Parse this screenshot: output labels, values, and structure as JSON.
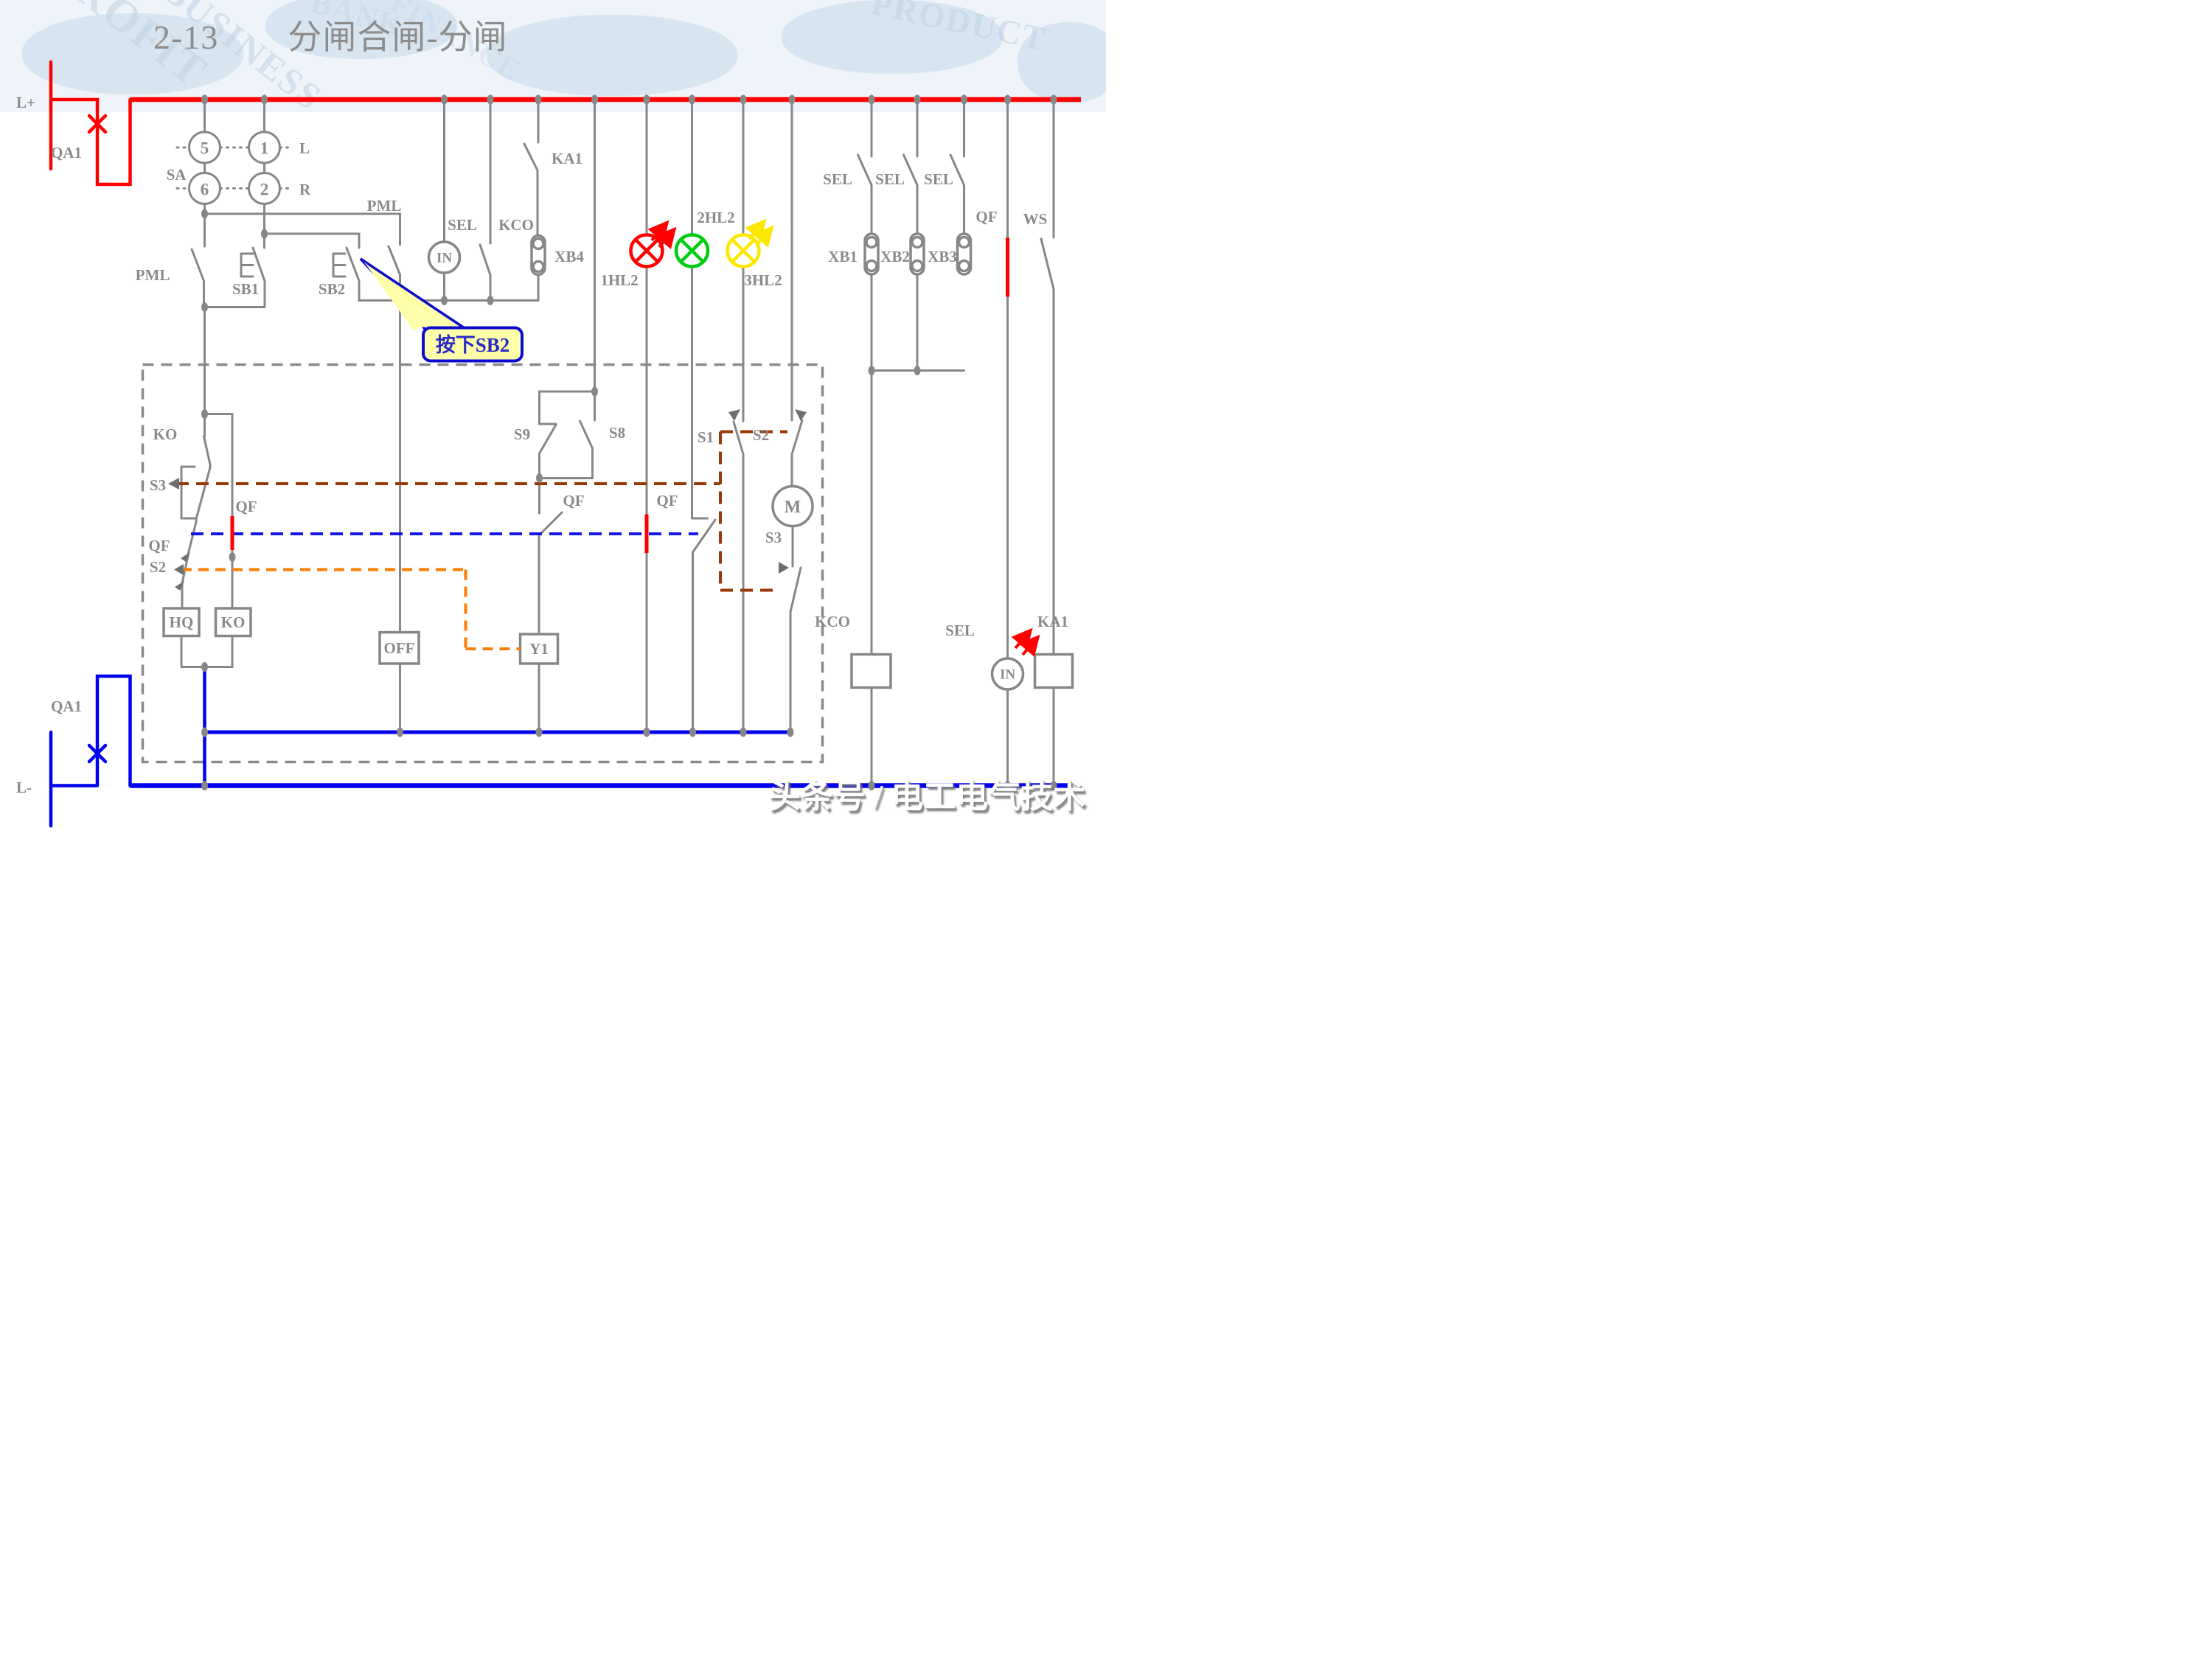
{
  "title": "2-13　　分闸合闸-分闸",
  "callout": {
    "text": "按下SB2"
  },
  "watermark": {
    "text": "头条号 / 电工电气技术"
  },
  "background_words": [
    "PROFIT",
    "BUSINESS",
    "BANK",
    "FINANCE",
    "PRODUCT"
  ],
  "colors": {
    "wire": "#878787",
    "label": "#8a8a8a",
    "positive_bus": "#ff0000",
    "negative_bus": "#0000ee",
    "brown_link": "#993808",
    "blue_link": "#1515e8",
    "orange_link": "#ff7d00",
    "lamp_red": "#ff0000",
    "lamp_green": "#00cc11",
    "lamp_yellow": "#ffe800",
    "callout_bg": "#ffffaa",
    "callout_border": "#0b0bd0",
    "callout_text": "#2a2ac8"
  },
  "power": {
    "l_plus": "L+",
    "l_minus": "L-",
    "breaker": "QA1"
  },
  "selector": {
    "name": "SA",
    "pos5": "5",
    "pos1": "1",
    "pos6": "6",
    "pos2": "2",
    "left": "L",
    "right": "R"
  },
  "control_row": {
    "pml": "PML",
    "sb1": "SB1",
    "sb2": "SB2",
    "pml2": "PML",
    "sel": "SEL",
    "kco": "KCO",
    "in": "IN",
    "xb4": "XB4",
    "ka1": "KA1"
  },
  "lamps": {
    "hl1": "1HL2",
    "hl2": "2HL2",
    "hl3": "3HL2"
  },
  "right_column": {
    "sel": "SEL",
    "xb1": "XB1",
    "xb2": "XB2",
    "xb3": "XB3",
    "qf": "QF",
    "ws": "WS"
  },
  "interlock_box": {
    "ko": "KO",
    "s3": "S3",
    "qf": "QF",
    "s2": "S2",
    "hq": "HQ",
    "ko_coil": "KO",
    "off": "OFF",
    "y1": "Y1",
    "s9": "S9",
    "s8": "S8",
    "s1": "S1",
    "s2_right": "S2",
    "motor": "M",
    "s3_right": "S3"
  },
  "bottom_row": {
    "kco": "KCO",
    "sel": "SEL",
    "in": "IN",
    "ka1": "KA1"
  }
}
